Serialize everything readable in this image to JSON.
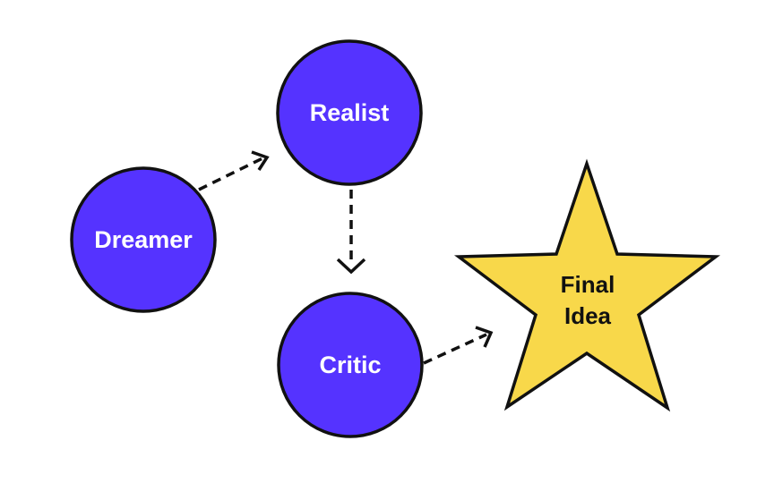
{
  "colors": {
    "circle_fill": "#5533FF",
    "star_fill": "#F8D84A",
    "outline": "#111111",
    "circle_text": "#FFFFFF",
    "star_text": "#111111",
    "arrow": "#111111"
  },
  "nodes": {
    "dreamer": {
      "label": "Dreamer"
    },
    "realist": {
      "label": "Realist"
    },
    "critic": {
      "label": "Critic"
    },
    "final": {
      "label_line1": "Final",
      "label_line2": "Idea"
    }
  },
  "edges": [
    {
      "from": "Dreamer",
      "to": "Realist",
      "style": "dashed"
    },
    {
      "from": "Realist",
      "to": "Critic",
      "style": "dashed"
    },
    {
      "from": "Critic",
      "to": "Final Idea",
      "style": "dashed"
    }
  ]
}
